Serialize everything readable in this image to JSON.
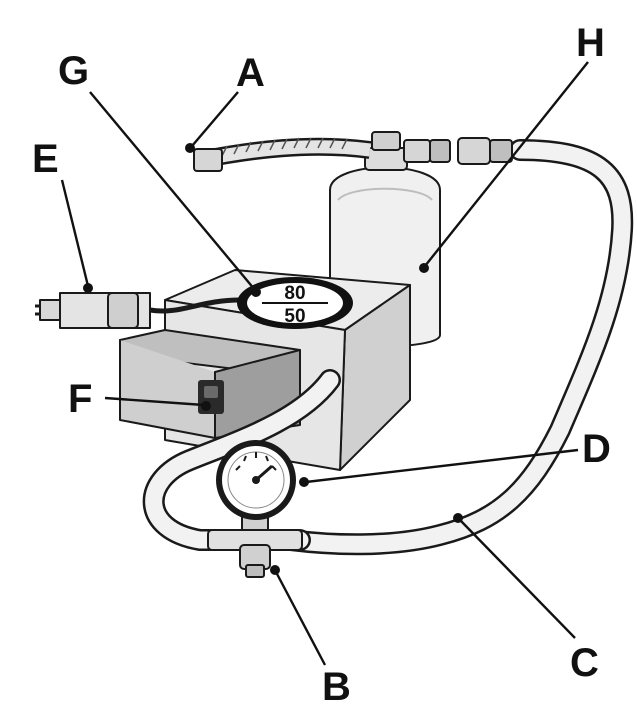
{
  "callouts": {
    "a": "A",
    "b": "B",
    "c": "C",
    "d": "D",
    "e": "E",
    "f": "F",
    "g": "G",
    "h": "H"
  },
  "speed_dial": {
    "top": "80",
    "bottom": "50"
  },
  "colors": {
    "ink": "#1a1a1a",
    "hose_fill": "#eeeeee",
    "body_fill": "#e6e6e6",
    "shadow_fill": "#c8c8c8"
  }
}
